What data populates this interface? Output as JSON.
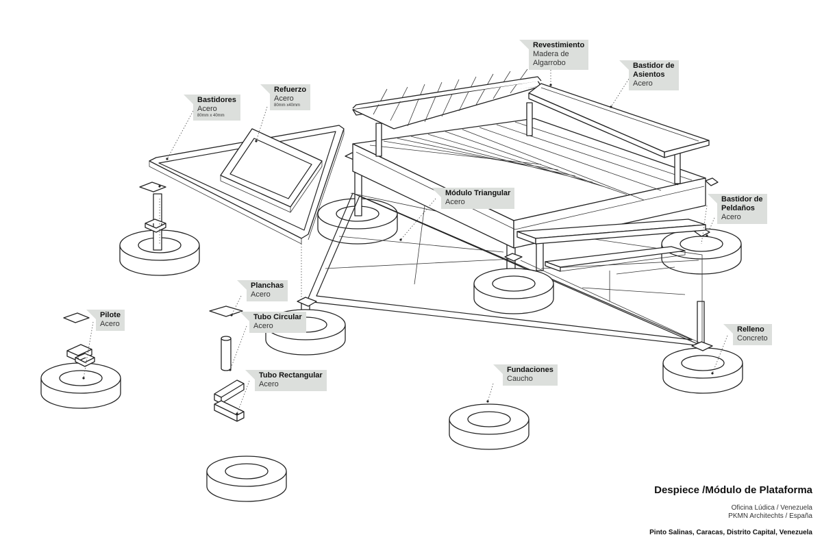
{
  "labels": {
    "revestimiento": {
      "title": "Revestimiento",
      "material": "Madera de",
      "material2": "Algarrobo"
    },
    "bastidor_asientos": {
      "title": "Bastidor de",
      "title2": "Asientos",
      "material": "Acero"
    },
    "bastidores": {
      "title": "Bastidores",
      "material": "Acero",
      "dims": "80mm x 40mm"
    },
    "refuerzo": {
      "title": "Refuerzo",
      "material": "Acero",
      "dims": "80mm x40mm"
    },
    "modulo_triangular": {
      "title": "Módulo Triangular",
      "material": "Acero"
    },
    "bastidor_peldanos": {
      "title": "Bastidor de",
      "title2": "Peldaños",
      "material": "Acero"
    },
    "planchas": {
      "title": "Planchas",
      "material": "Acero"
    },
    "tubo_circular": {
      "title": "Tubo Circular",
      "material": "Acero"
    },
    "pilote": {
      "title": "Pilote",
      "material": "Acero"
    },
    "tubo_rectangular": {
      "title": "Tubo Rectangular",
      "material": "Acero"
    },
    "relleno": {
      "title": "Relleno",
      "material": "Concreto"
    },
    "fundaciones": {
      "title": "Fundaciones",
      "material": "Caucho"
    }
  },
  "title_block": {
    "title": "Despiece /Módulo de Plataforma",
    "credit1": "Oficina Lúdica / Venezuela",
    "credit2": "PKMN Architechts / España",
    "location": "Pinto Salinas, Caracas, Distrito Capital, Venezuela"
  },
  "colors": {
    "tag_background": "#dcdfdc",
    "line": "#222222",
    "background": "#ffffff"
  }
}
